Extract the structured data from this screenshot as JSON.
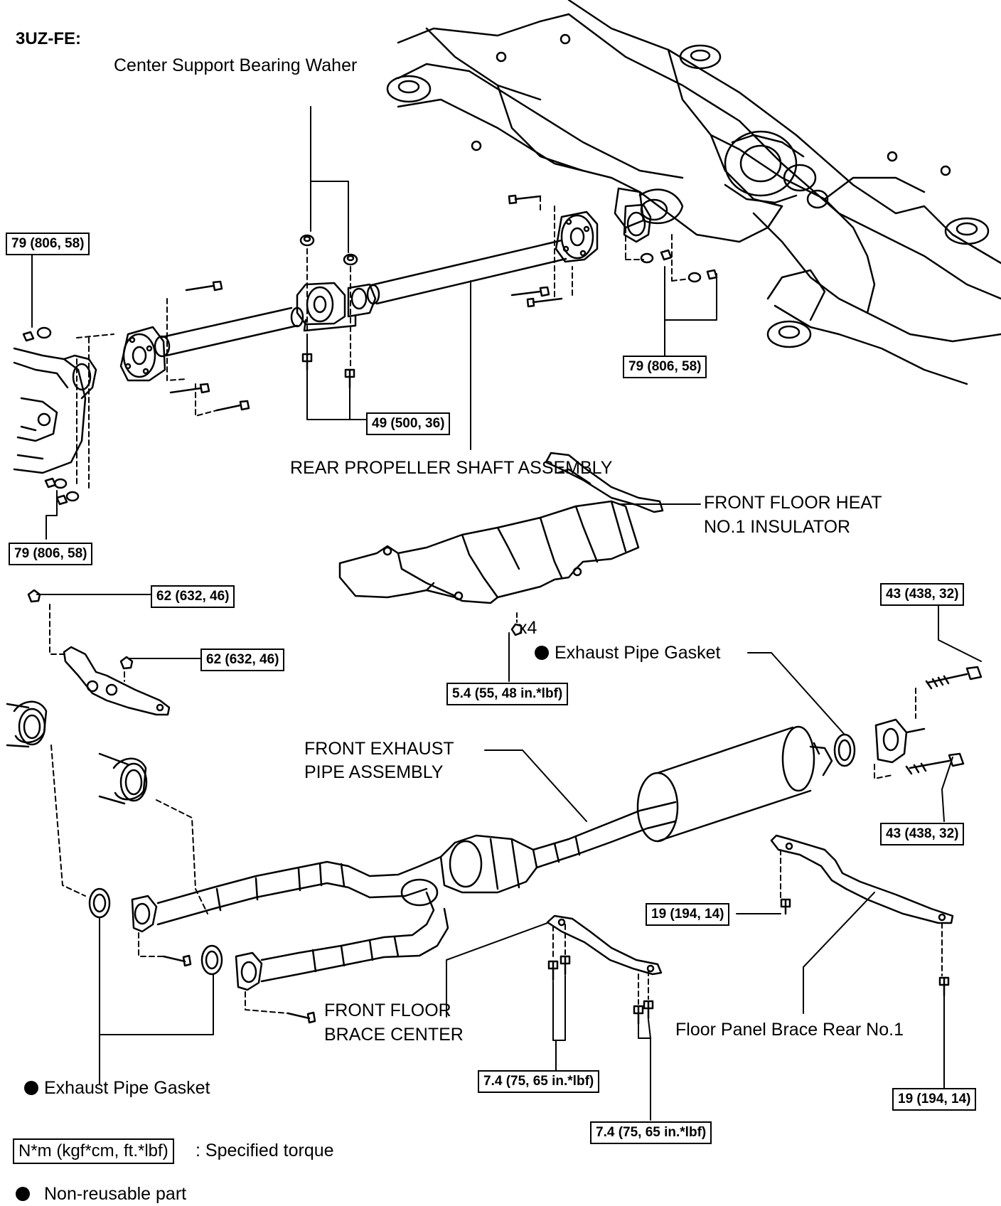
{
  "heading": "3UZ-FE:",
  "labels": {
    "center_support_washer": "Center Support Bearing Waher",
    "rear_propeller_shaft": "REAR PROPELLER SHAFT ASSEMBLY",
    "heat_insulator_line1": "FRONT FLOOR HEAT",
    "heat_insulator_line2": "NO.1 INSULATOR",
    "x4": "x4",
    "exhaust_gasket_upper": "Exhaust Pipe Gasket",
    "front_exhaust_line1": "FRONT EXHAUST",
    "front_exhaust_line2": "PIPE ASSEMBLY",
    "brace_center_line1": "FRONT FLOOR",
    "brace_center_line2": "BRACE CENTER",
    "floor_panel_brace": "Floor Panel Brace Rear No.1",
    "exhaust_gasket_lower": "Exhaust Pipe Gasket"
  },
  "torques": {
    "t79_top_left": "79 (806, 58)",
    "t79_right": "79 (806, 58)",
    "t79_bottom_left": "79 (806, 58)",
    "t49": "49 (500, 36)",
    "t62_upper": "62 (632, 46)",
    "t62_lower": "62 (632, 46)",
    "t54": "5.4 (55, 48 in.*lbf)",
    "t43_upper": "43 (438, 32)",
    "t43_lower": "43 (438, 32)",
    "t19_left": "19 (194, 14)",
    "t19_right": "19 (194, 14)",
    "t74_a": "7.4 (75, 65 in.*lbf)",
    "t74_b": "7.4 (75, 65 in.*lbf)"
  },
  "legend": {
    "torque_symbol": "N*m (kgf*cm, ft.*lbf)",
    "torque_text": ": Specified torque",
    "nonreusable_text": "Non-reusable part"
  }
}
